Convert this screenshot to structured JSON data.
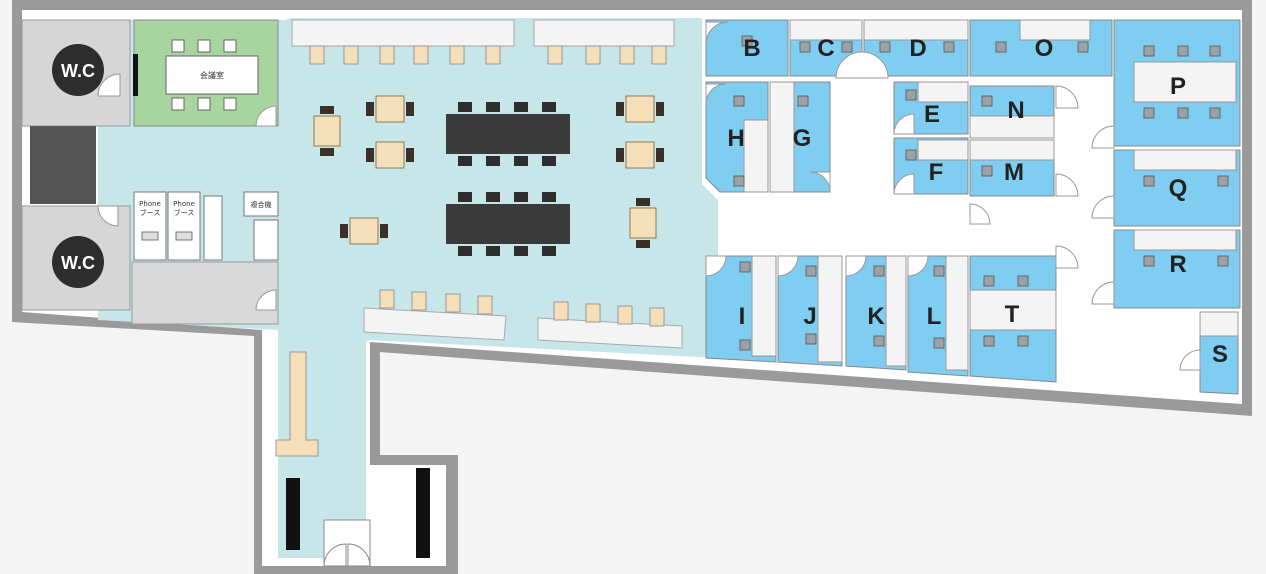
{
  "restrooms": [
    {
      "id": "wc-top",
      "label": "W.C"
    },
    {
      "id": "wc-bottom",
      "label": "W.C"
    }
  ],
  "meeting_room": {
    "label": "会議室"
  },
  "phone_booths": [
    {
      "line1": "Phone",
      "line2": "ブース"
    },
    {
      "line1": "Phone",
      "line2": "ブース"
    }
  ],
  "multifunction": {
    "label": "複合機"
  },
  "rooms": [
    {
      "id": "B",
      "label": "B"
    },
    {
      "id": "C",
      "label": "C"
    },
    {
      "id": "D",
      "label": "D"
    },
    {
      "id": "O",
      "label": "O"
    },
    {
      "id": "P",
      "label": "P"
    },
    {
      "id": "H",
      "label": "H"
    },
    {
      "id": "G",
      "label": "G"
    },
    {
      "id": "E",
      "label": "E"
    },
    {
      "id": "N",
      "label": "N"
    },
    {
      "id": "F",
      "label": "F"
    },
    {
      "id": "M",
      "label": "M"
    },
    {
      "id": "Q",
      "label": "Q"
    },
    {
      "id": "R",
      "label": "R"
    },
    {
      "id": "I",
      "label": "I"
    },
    {
      "id": "J",
      "label": "J"
    },
    {
      "id": "K",
      "label": "K"
    },
    {
      "id": "L",
      "label": "L"
    },
    {
      "id": "T",
      "label": "T"
    },
    {
      "id": "S",
      "label": "S"
    }
  ],
  "colors": {
    "wall": "#9a9a9a",
    "floor": "#ffffff",
    "lounge": "#c7e6ea",
    "room": "#7fcdf0",
    "restroom": "#d6d6d6",
    "meeting": "#a8d4a0",
    "desk": "#f4f4f4",
    "wood": "#f5dfb8",
    "table_dark": "#3a3a3a",
    "chair": "#3a3028",
    "badge": "#2d2d2d"
  }
}
